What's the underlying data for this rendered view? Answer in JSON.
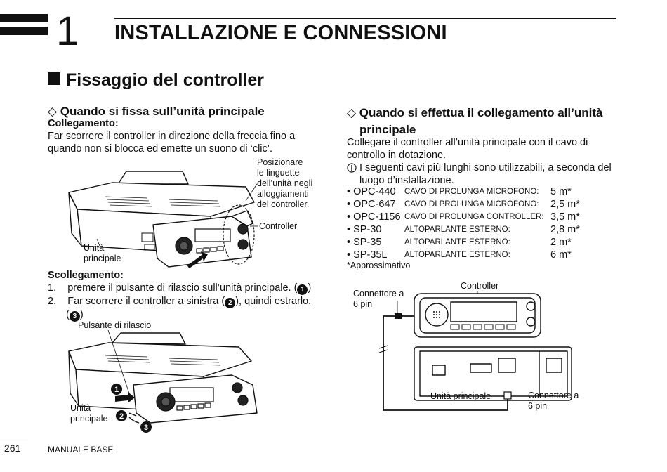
{
  "header": {
    "chapter_number": "1",
    "chapter_title": "INSTALLAZIONE E CONNESSIONI"
  },
  "section": {
    "title": "Fissaggio del controller"
  },
  "left": {
    "subtitle": "◇ Quando si fissa sull’unità principale",
    "attach_heading": "Collegamento:",
    "attach_text": [
      "Far scorrere il controller in direzione della freccia fino a",
      "quando non si blocca ed emette un suono di ‘clic’."
    ],
    "fig1": {
      "callout_tabs": [
        "Posizionare",
        "le linguette",
        "dell’unità negli",
        "alloggiamenti",
        "del controller."
      ],
      "label_controller": "Controller",
      "label_main": [
        "Unità",
        "principale"
      ]
    },
    "detach_heading": "Scollegamento:",
    "detach_steps": [
      {
        "num": "1.",
        "text": "premere il pulsante di rilascio sull’unità principale. (",
        "badge": "1",
        "tail": ")"
      },
      {
        "num": "2.",
        "text": "Far scorrere il controller a sinistra (",
        "badge": "2",
        "tail": "), quindi estrarlo."
      }
    ],
    "detach_step2_cont_badge": "3",
    "fig2": {
      "label_release": "Pulsante di rilascio",
      "label_main": [
        "Unità",
        "principale"
      ],
      "badges": [
        "1",
        "2",
        "3"
      ]
    }
  },
  "right": {
    "subtitle_line1": "◇ Quando si effettua il collegamento all’unità",
    "subtitle_line2": "principale",
    "intro": [
      "Collegare il controller all’unità principale con il cavo di",
      "controllo in dotazione."
    ],
    "note_icon": "info-icon",
    "note": [
      "I seguenti cavi più lunghi sono utilizzabili, a seconda del",
      "luogo d’installazione."
    ],
    "cables": [
      {
        "model": "• OPC-440",
        "desc": "CAVO DI PROLUNGA MICROFONO:",
        "length": "5 m*"
      },
      {
        "model": "• OPC-647",
        "desc": "CAVO DI PROLUNGA MICROFONO:",
        "length": "2,5 m*"
      },
      {
        "model": "• OPC-1156",
        "desc": "CAVO DI PROLUNGA CONTROLLER:",
        "length": "3,5 m*"
      },
      {
        "model": "• SP-30",
        "desc": "ALTOPARLANTE ESTERNO:",
        "length": "2,8 m*"
      },
      {
        "model": "• SP-35",
        "desc": "ALTOPARLANTE ESTERNO:",
        "length": "2 m*"
      },
      {
        "model": "• SP-35L",
        "desc": "ALTOPARLANTE ESTERNO:",
        "length": "6 m*"
      }
    ],
    "approx_note": "*Approssimativo",
    "fig3": {
      "label_controller": "Controller",
      "label_conn_a": [
        "Connettore a",
        "6 pin"
      ],
      "label_main": "Unità principale",
      "label_conn_b": [
        "Connettore a",
        "6 pin"
      ]
    }
  },
  "footer": {
    "page_number": "261",
    "manual": "MANUALE BASE"
  }
}
